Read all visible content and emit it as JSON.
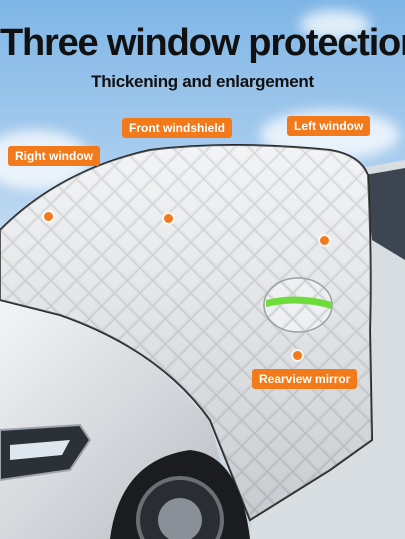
{
  "headline": {
    "title": "Three window protection",
    "subtitle": "Thickening and enlargement"
  },
  "callouts": [
    {
      "id": "right-window",
      "label": "Right window"
    },
    {
      "id": "front-windshield",
      "label": "Front windshield"
    },
    {
      "id": "left-window",
      "label": "Left window"
    },
    {
      "id": "rearview-mirror",
      "label": "Rearview mirror"
    }
  ],
  "colors": {
    "accent": "#f27a1a",
    "strap": "#6fdc3c",
    "cover": "#e6e8ea",
    "sky": "#9cc6ec"
  }
}
